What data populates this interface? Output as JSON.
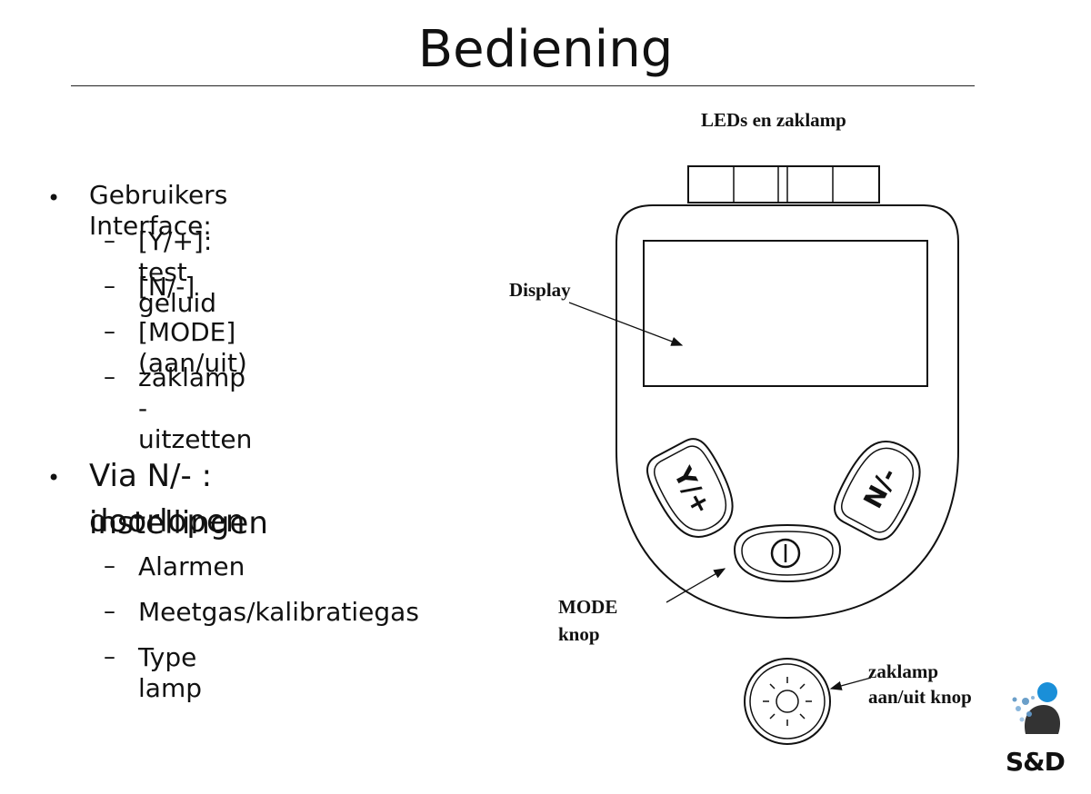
{
  "title": "Bediening",
  "bullets": [
    {
      "text": "Gebruikers Interface:",
      "sub": [
        "[Y/+]: test geluid",
        "[N/-]",
        "[MODE] (aan/uit)",
        "zaklamp - uitzetten"
      ]
    },
    {
      "text_line1": "Via N/- : instellingen",
      "text_line2": "doorlopen",
      "sub": [
        "Alarmen",
        "Meetgas/kalibratiegas",
        "Type lamp"
      ]
    }
  ],
  "bullet_symbol": "•",
  "dash_symbol": "–",
  "diagram": {
    "labels": {
      "leds": "LEDs en zaklamp",
      "display": "Display",
      "mode_line1": "MODE",
      "mode_line2": "knop",
      "flash_line1": "zaklamp",
      "flash_line2": "aan/uit knop"
    },
    "buttons": {
      "y_plus": "Y/+",
      "n_minus": "N/-"
    },
    "icons": [
      "power-icon",
      "sun-icon"
    ]
  },
  "logo": {
    "text": "S&D",
    "colors": {
      "blue": "#1a8fd8",
      "dark": "#333333"
    }
  }
}
